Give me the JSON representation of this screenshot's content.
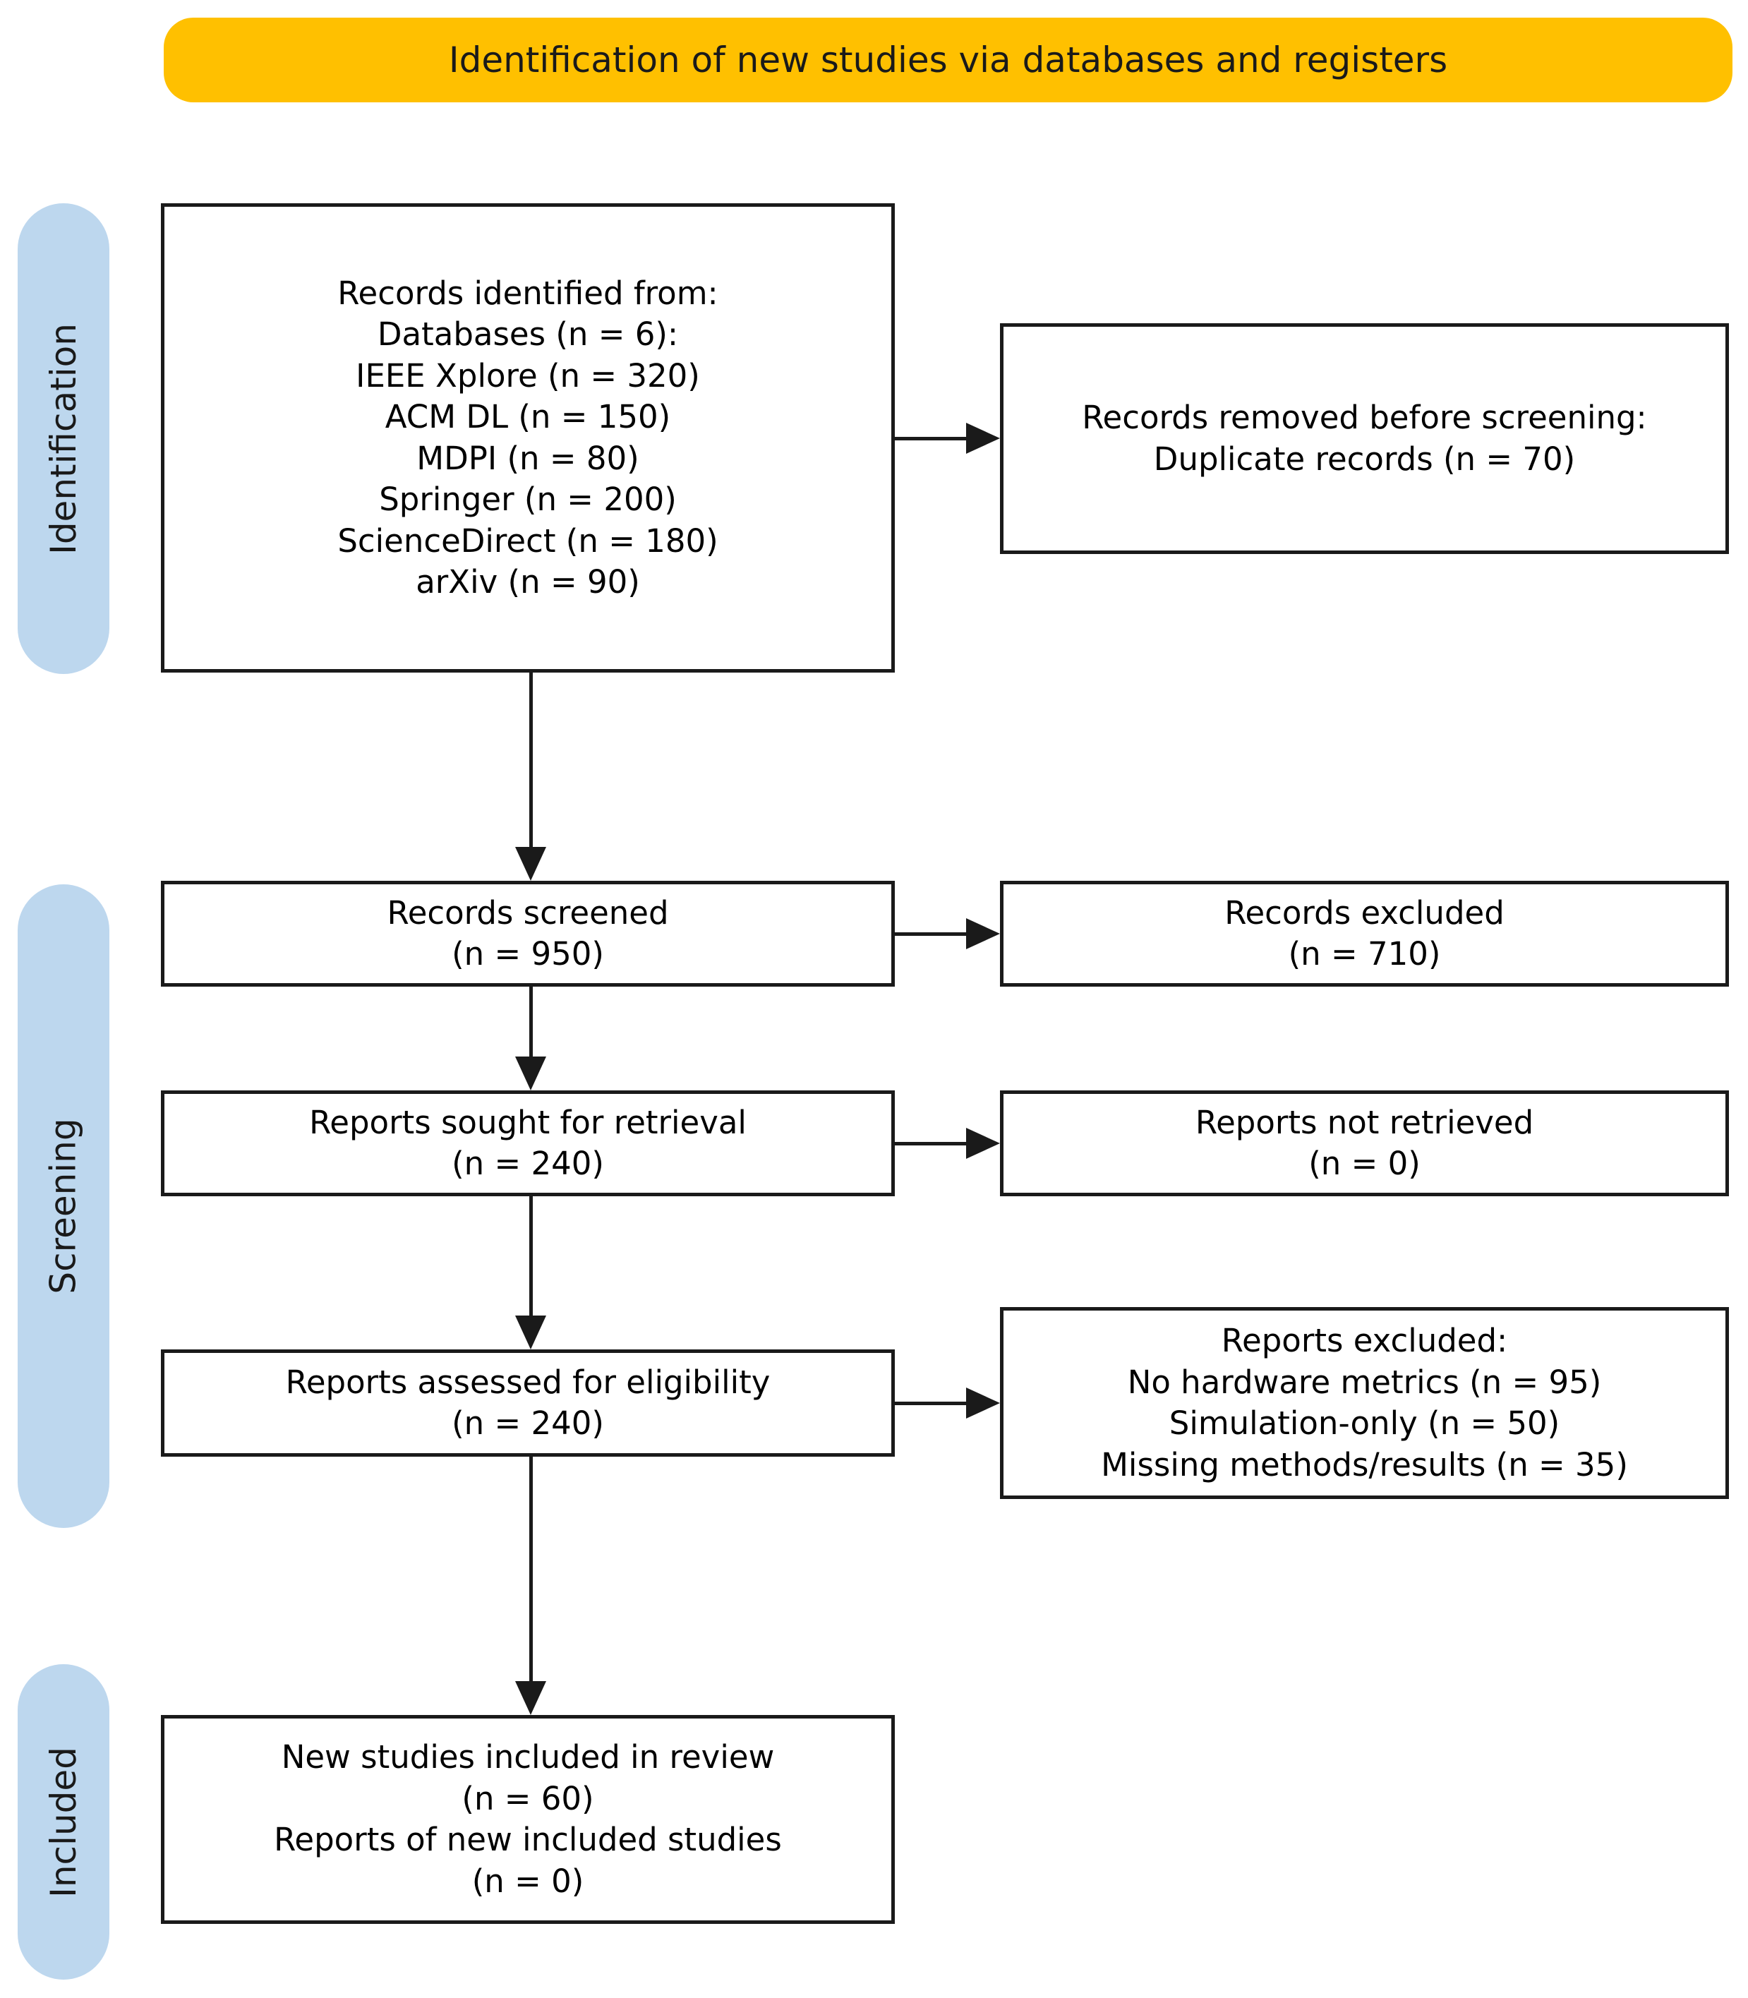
{
  "banner": {
    "label": "Identification of new studies via databases and registers"
  },
  "stages": {
    "identification": "Identification",
    "screening": "Screening",
    "included": "Included"
  },
  "boxes": {
    "records_identified": {
      "lines": [
        "Records identified from:",
        "Databases (n = 6):",
        "IEEE Xplore (n = 320)",
        "ACM DL (n = 150)",
        "MDPI (n = 80)",
        "Springer (n = 200)",
        "ScienceDirect (n = 180)",
        "arXiv (n = 90)"
      ]
    },
    "records_removed": {
      "lines": [
        "Records removed before screening:",
        "Duplicate records (n = 70)"
      ]
    },
    "records_screened": {
      "lines": [
        "Records screened",
        "(n = 950)"
      ]
    },
    "records_excluded": {
      "lines": [
        "Records excluded",
        "(n = 710)"
      ]
    },
    "reports_sought": {
      "lines": [
        "Reports sought for retrieval",
        "(n = 240)"
      ]
    },
    "reports_not_retrieved": {
      "lines": [
        "Reports not retrieved",
        "(n = 0)"
      ]
    },
    "reports_assessed": {
      "lines": [
        "Reports assessed for eligibility",
        "(n = 240)"
      ]
    },
    "reports_excluded": {
      "lines": [
        "Reports excluded:",
        "No hardware metrics (n = 95)",
        "Simulation-only (n = 50)",
        "Missing methods/results (n = 35)"
      ]
    },
    "new_studies_included": {
      "lines": [
        "New studies included in review",
        "(n = 60)",
        "Reports of new included studies",
        "(n = 0)"
      ]
    }
  },
  "colors": {
    "banner_bg": "#FFC000",
    "stage_pill_bg": "#BDD7EE",
    "box_bg": "#FFFFFF",
    "line": "#1A1A1A",
    "text": "#000000"
  }
}
